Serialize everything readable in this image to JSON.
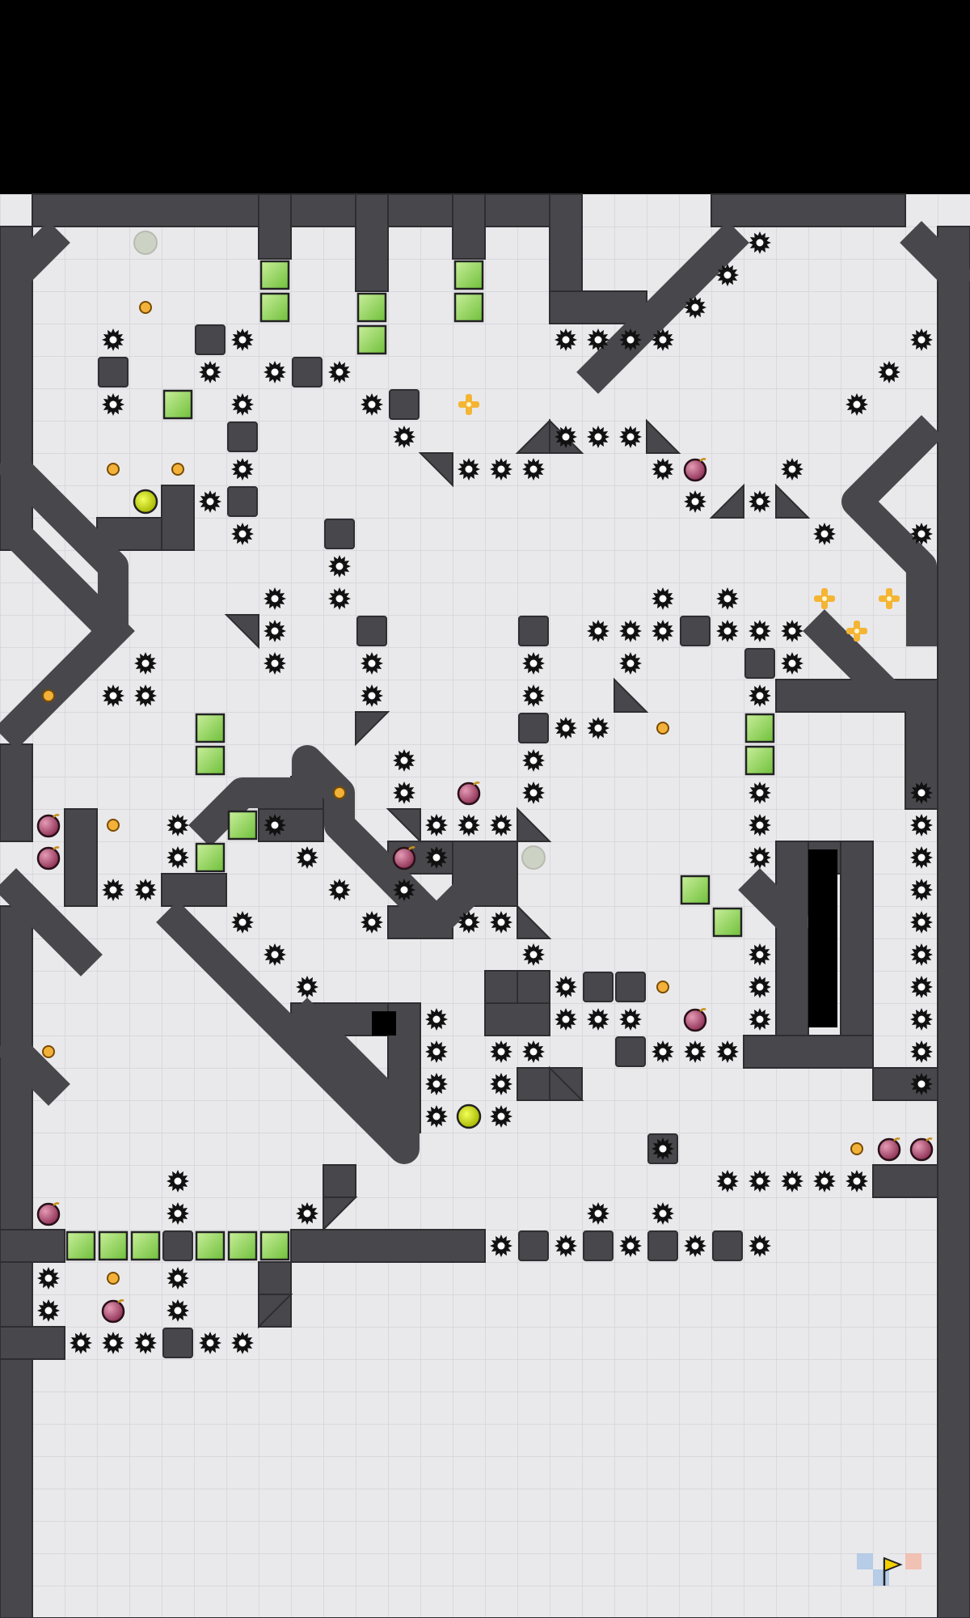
{
  "level": {
    "grid_cols": 30,
    "grid_rows": 44,
    "colors": {
      "background": "#000000",
      "floor": "#e9e9ec",
      "grid_line": "#d6d6da",
      "wall": "#48484c",
      "wall_edge": "#2e2e32",
      "spike": "#111111",
      "gold": "#f2b23a",
      "gel_green": "#8fd15a",
      "bomb": "#b24a6e",
      "launch_pad": "#d9e80e",
      "ghost_pad": "#c9ceC0",
      "cross": "#f4b534"
    },
    "icons": {
      "spike": "spike-icon",
      "gold": "gold-coin-icon",
      "gel_block": "gel-block-icon",
      "bomb": "bomb-icon",
      "launch_pad": "launch-pad-icon",
      "exit": "exit-flag-icon",
      "cross": "cross-bonus-icon"
    },
    "spikes": [
      [
        23,
        1
      ],
      [
        22,
        2
      ],
      [
        21,
        3
      ],
      [
        3,
        4
      ],
      [
        7,
        4
      ],
      [
        17,
        4
      ],
      [
        18,
        4
      ],
      [
        19,
        4
      ],
      [
        20,
        4
      ],
      [
        28,
        4
      ],
      [
        6,
        5
      ],
      [
        8,
        5
      ],
      [
        10,
        5
      ],
      [
        27,
        5
      ],
      [
        3,
        6
      ],
      [
        7,
        6
      ],
      [
        11,
        6
      ],
      [
        26,
        6
      ],
      [
        12,
        7
      ],
      [
        17,
        7
      ],
      [
        18,
        7
      ],
      [
        19,
        7
      ],
      [
        7,
        8
      ],
      [
        14,
        8
      ],
      [
        15,
        8
      ],
      [
        16,
        8
      ],
      [
        20,
        8
      ],
      [
        24,
        8
      ],
      [
        6,
        9
      ],
      [
        21,
        9
      ],
      [
        23,
        9
      ],
      [
        7,
        10
      ],
      [
        25,
        10
      ],
      [
        28,
        10
      ],
      [
        10,
        11
      ],
      [
        8,
        12
      ],
      [
        10,
        12
      ],
      [
        20,
        12
      ],
      [
        22,
        12
      ],
      [
        8,
        13
      ],
      [
        18,
        13
      ],
      [
        19,
        13
      ],
      [
        20,
        13
      ],
      [
        22,
        13
      ],
      [
        23,
        13
      ],
      [
        24,
        13
      ],
      [
        4,
        14
      ],
      [
        8,
        14
      ],
      [
        11,
        14
      ],
      [
        16,
        14
      ],
      [
        19,
        14
      ],
      [
        24,
        14
      ],
      [
        3,
        15
      ],
      [
        4,
        15
      ],
      [
        11,
        15
      ],
      [
        16,
        15
      ],
      [
        23,
        15
      ],
      [
        17,
        16
      ],
      [
        18,
        16
      ],
      [
        12,
        17
      ],
      [
        16,
        17
      ],
      [
        12,
        18
      ],
      [
        16,
        18
      ],
      [
        23,
        18
      ],
      [
        28,
        18
      ],
      [
        5,
        19
      ],
      [
        8,
        19
      ],
      [
        13,
        19
      ],
      [
        14,
        19
      ],
      [
        15,
        19
      ],
      [
        23,
        19
      ],
      [
        28,
        19
      ],
      [
        5,
        20
      ],
      [
        9,
        20
      ],
      [
        13,
        20
      ],
      [
        23,
        20
      ],
      [
        28,
        20
      ],
      [
        3,
        21
      ],
      [
        4,
        21
      ],
      [
        10,
        21
      ],
      [
        12,
        21
      ],
      [
        28,
        21
      ],
      [
        7,
        22
      ],
      [
        11,
        22
      ],
      [
        14,
        22
      ],
      [
        15,
        22
      ],
      [
        28,
        22
      ],
      [
        8,
        23
      ],
      [
        16,
        23
      ],
      [
        23,
        23
      ],
      [
        28,
        23
      ],
      [
        9,
        24
      ],
      [
        17,
        24
      ],
      [
        23,
        24
      ],
      [
        28,
        24
      ],
      [
        13,
        25
      ],
      [
        17,
        25
      ],
      [
        18,
        25
      ],
      [
        19,
        25
      ],
      [
        23,
        25
      ],
      [
        28,
        25
      ],
      [
        13,
        26
      ],
      [
        15,
        26
      ],
      [
        16,
        26
      ],
      [
        20,
        26
      ],
      [
        21,
        26
      ],
      [
        22,
        26
      ],
      [
        28,
        26
      ],
      [
        13,
        27
      ],
      [
        15,
        27
      ],
      [
        28,
        27
      ],
      [
        13,
        28
      ],
      [
        15,
        28
      ],
      [
        20,
        29
      ],
      [
        5,
        30
      ],
      [
        22,
        30
      ],
      [
        23,
        30
      ],
      [
        24,
        30
      ],
      [
        25,
        30
      ],
      [
        26,
        30
      ],
      [
        5,
        31
      ],
      [
        9,
        31
      ],
      [
        18,
        31
      ],
      [
        20,
        31
      ],
      [
        15,
        32
      ],
      [
        17,
        32
      ],
      [
        19,
        32
      ],
      [
        21,
        32
      ],
      [
        23,
        32
      ],
      [
        1,
        33
      ],
      [
        5,
        33
      ],
      [
        1,
        34
      ],
      [
        5,
        34
      ],
      [
        2,
        35
      ],
      [
        3,
        35
      ],
      [
        4,
        35
      ],
      [
        6,
        35
      ],
      [
        7,
        35
      ]
    ],
    "gold": [
      [
        4,
        3
      ],
      [
        3,
        8
      ],
      [
        5,
        8
      ],
      [
        1,
        15
      ],
      [
        20,
        16
      ],
      [
        10,
        18
      ],
      [
        3,
        19
      ],
      [
        20,
        24
      ],
      [
        1,
        26
      ],
      [
        26,
        29
      ],
      [
        3,
        33
      ]
    ],
    "gel_blocks": [
      [
        8,
        2
      ],
      [
        14,
        2
      ],
      [
        8,
        3
      ],
      [
        11,
        3
      ],
      [
        14,
        3
      ],
      [
        11,
        4
      ],
      [
        5,
        6
      ],
      [
        6,
        16
      ],
      [
        6,
        17
      ],
      [
        23,
        16
      ],
      [
        23,
        17
      ],
      [
        7,
        19
      ],
      [
        6,
        20
      ],
      [
        21,
        21
      ],
      [
        22,
        22
      ],
      [
        2,
        32
      ],
      [
        3,
        32
      ],
      [
        4,
        32
      ],
      [
        6,
        32
      ],
      [
        7,
        32
      ],
      [
        8,
        32
      ]
    ],
    "bombs": [
      [
        21,
        8
      ],
      [
        14,
        18
      ],
      [
        1,
        19
      ],
      [
        1,
        20
      ],
      [
        12,
        20
      ],
      [
        21,
        25
      ],
      [
        27,
        29
      ],
      [
        28,
        29
      ],
      [
        1,
        31
      ],
      [
        3,
        34
      ]
    ],
    "launch_pads": [
      [
        4,
        9
      ],
      [
        14,
        28
      ]
    ],
    "ghost_pads": [
      [
        4,
        1
      ],
      [
        16,
        20
      ]
    ],
    "crosses": [
      [
        14,
        6
      ],
      [
        25,
        12
      ],
      [
        27,
        12
      ],
      [
        26,
        13
      ]
    ],
    "exit": [
      27,
      42
    ],
    "blocks": [
      [
        6,
        4
      ],
      [
        3,
        5
      ],
      [
        9,
        5
      ],
      [
        12,
        6
      ],
      [
        7,
        7
      ],
      [
        7,
        9
      ],
      [
        10,
        10
      ],
      [
        11,
        13
      ],
      [
        16,
        13
      ],
      [
        21,
        13
      ],
      [
        23,
        14
      ],
      [
        16,
        16
      ],
      [
        18,
        24
      ],
      [
        19,
        24
      ],
      [
        19,
        26
      ],
      [
        20,
        29
      ],
      [
        5,
        32
      ],
      [
        16,
        32
      ],
      [
        18,
        32
      ],
      [
        20,
        32
      ],
      [
        22,
        32
      ],
      [
        5,
        35
      ]
    ],
    "wall_bars": [
      [
        1,
        0,
        17,
        1
      ],
      [
        17,
        0,
        1,
        4
      ],
      [
        17,
        3,
        3,
        1
      ],
      [
        8,
        0,
        1,
        2
      ],
      [
        11,
        0,
        1,
        3
      ],
      [
        14,
        0,
        1,
        2
      ],
      [
        22,
        0,
        6,
        1
      ],
      [
        29,
        1,
        1,
        44
      ],
      [
        0,
        1,
        1,
        6
      ],
      [
        0,
        6,
        1,
        4
      ],
      [
        0,
        9,
        1,
        2
      ],
      [
        3,
        10,
        3,
        1
      ],
      [
        5,
        9,
        1,
        2
      ],
      [
        0,
        17,
        1,
        3
      ],
      [
        2,
        19,
        1,
        3
      ],
      [
        0,
        22,
        1,
        22
      ],
      [
        9,
        18,
        1,
        1
      ],
      [
        8,
        19,
        2,
        1
      ],
      [
        12,
        20,
        3,
        1
      ],
      [
        14,
        20,
        2,
        2
      ],
      [
        12,
        22,
        2,
        1
      ],
      [
        5,
        21,
        2,
        1
      ],
      [
        9,
        25,
        4,
        1
      ],
      [
        12,
        25,
        1,
        4
      ],
      [
        15,
        24,
        2,
        1
      ],
      [
        15,
        25,
        2,
        1
      ],
      [
        16,
        24,
        1,
        1
      ],
      [
        16,
        27,
        2,
        1
      ],
      [
        24,
        20,
        3,
        1
      ],
      [
        26,
        20,
        1,
        7
      ],
      [
        24,
        20,
        1,
        7
      ],
      [
        23,
        26,
        4,
        1
      ],
      [
        24,
        15,
        5,
        1
      ],
      [
        28,
        15,
        1,
        4
      ],
      [
        27,
        27,
        2,
        1
      ],
      [
        27,
        30,
        2,
        1
      ],
      [
        9,
        32,
        6,
        1
      ],
      [
        0,
        32,
        2,
        1
      ],
      [
        0,
        35,
        2,
        1
      ],
      [
        8,
        33,
        1,
        2
      ],
      [
        0,
        44,
        30,
        1
      ],
      [
        10,
        30,
        1,
        1
      ]
    ],
    "wall_triangles": [
      [
        13,
        8,
        "ne"
      ],
      [
        17,
        7,
        "sw"
      ],
      [
        16,
        7,
        "se"
      ],
      [
        20,
        7,
        "sw"
      ],
      [
        22,
        9,
        "se"
      ],
      [
        24,
        9,
        "sw"
      ],
      [
        7,
        13,
        "ne"
      ],
      [
        19,
        15,
        "sw"
      ],
      [
        11,
        16,
        "nw"
      ],
      [
        12,
        19,
        "ne"
      ],
      [
        16,
        19,
        "sw"
      ],
      [
        16,
        22,
        "sw"
      ],
      [
        17,
        27,
        "sw"
      ],
      [
        8,
        34,
        "nw"
      ],
      [
        10,
        31,
        "nw"
      ]
    ],
    "diagonals": [
      [
        [
          1,
          1
        ],
        [
          0,
          2
        ],
        [
          0,
          10
        ],
        [
          3,
          13
        ],
        [
          3,
          11
        ],
        [
          1,
          9
        ],
        [
          0,
          8
        ]
      ],
      [
        [
          22,
          1
        ],
        [
          18,
          5
        ]
      ],
      [
        [
          28,
          1
        ],
        [
          29,
          2
        ]
      ],
      [
        [
          28,
          7
        ],
        [
          26,
          9
        ],
        [
          28,
          11
        ],
        [
          28,
          13
        ]
      ],
      [
        [
          3,
          13
        ],
        [
          0,
          16
        ]
      ],
      [
        [
          6,
          19
        ],
        [
          7,
          18
        ],
        [
          9,
          18
        ],
        [
          9,
          17
        ],
        [
          10,
          18
        ],
        [
          10,
          19
        ],
        [
          12,
          21
        ]
      ],
      [
        [
          5,
          22
        ],
        [
          12,
          29
        ],
        [
          12,
          28
        ],
        [
          9,
          25
        ]
      ],
      [
        [
          23,
          21
        ],
        [
          24,
          22
        ]
      ],
      [
        [
          0,
          21
        ],
        [
          2,
          23
        ]
      ],
      [
        [
          0,
          26
        ],
        [
          1,
          27
        ]
      ],
      [
        [
          12,
          21
        ],
        [
          13,
          22
        ],
        [
          14,
          21
        ]
      ],
      [
        [
          25,
          13
        ],
        [
          26,
          14
        ],
        [
          27,
          15
        ],
        [
          28,
          15
        ]
      ]
    ]
  }
}
